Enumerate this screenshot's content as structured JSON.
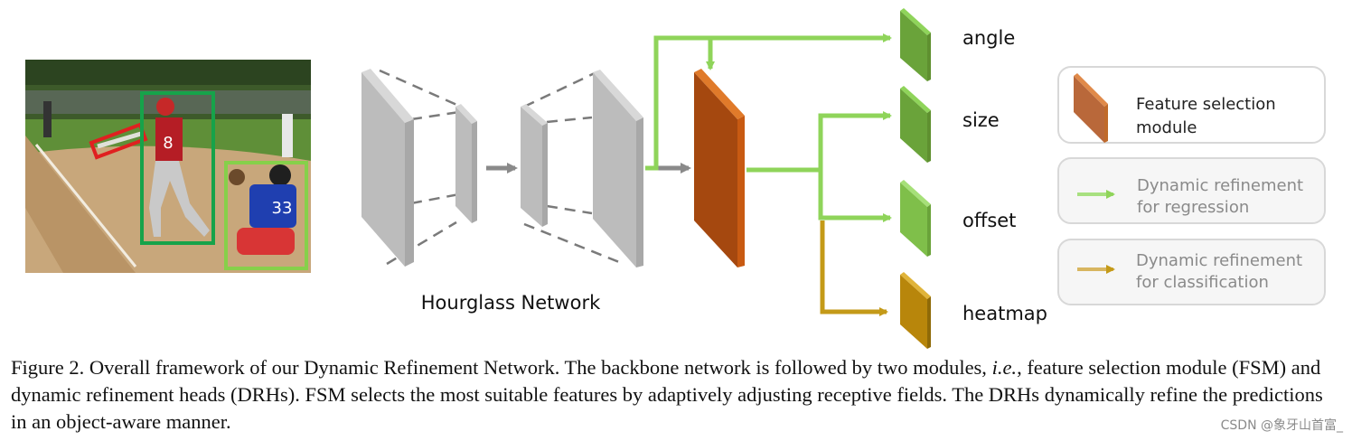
{
  "outputs": {
    "angle": "angle",
    "size": "size",
    "offset": "offset",
    "heatmap": "heatmap"
  },
  "backbone_label": "Hourglass Network",
  "legend": {
    "fsm_line1": "Feature selection",
    "fsm_line2": "module",
    "reg_line1": "Dynamic refinement",
    "reg_line2": "for regression",
    "cls_line1": "Dynamic refinement",
    "cls_line2": "for classification"
  },
  "caption": {
    "part1": "Figure 2. Overall framework of our Dynamic Refinement Network. The backbone network is followed by two modules, ",
    "ie": "i.e.",
    "part2": ", feature selection module (FSM) and dynamic refinement heads (DRHs). FSM selects the most suitable features by adaptively adjusting receptive fields. The DRHs dynamically refine the predictions in an object-aware manner."
  },
  "player_number": "8",
  "catcher_number": "33",
  "watermark": "CSDN @象牙山首富_",
  "colors": {
    "regression": "#8fd45a",
    "classification": "#c49a18",
    "fsm": "#a5480f",
    "head_green": "#6aa33a",
    "head_gold": "#b8860b",
    "backbone": "#b9b9b9"
  }
}
